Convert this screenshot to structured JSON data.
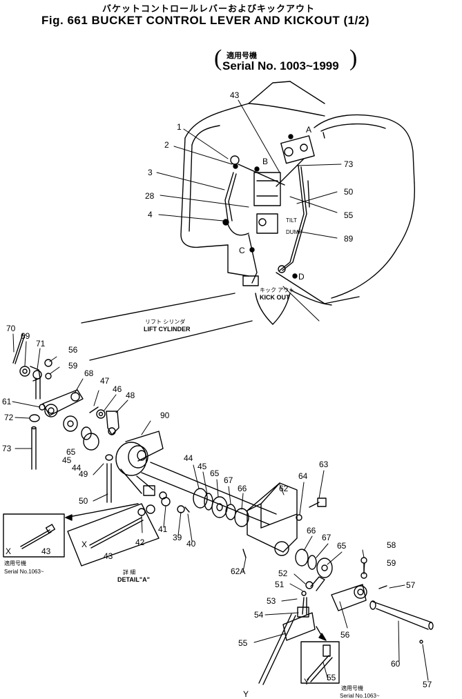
{
  "header": {
    "jp_title": "バケットコントロールレバーおよびキックアウト",
    "fig_title": "Fig. 661 BUCKET CONTROL LEVER AND KICKOUT (1/2)",
    "jp_applicable": "適用号機",
    "serial_range": "Serial No. 1003~1999",
    "paren_open": "(",
    "paren_close": ")"
  },
  "callouts": [
    {
      "id": "c43a",
      "text": "43"
    },
    {
      "id": "c1",
      "text": "1"
    },
    {
      "id": "c2",
      "text": "2"
    },
    {
      "id": "c3",
      "text": "3"
    },
    {
      "id": "c28",
      "text": "28"
    },
    {
      "id": "c4",
      "text": "4"
    },
    {
      "id": "cA",
      "text": "A"
    },
    {
      "id": "cB",
      "text": "B"
    },
    {
      "id": "c73a",
      "text": "73"
    },
    {
      "id": "c50a",
      "text": "50"
    },
    {
      "id": "c55a",
      "text": "55"
    },
    {
      "id": "c89",
      "text": "89"
    },
    {
      "id": "cC",
      "text": "C"
    },
    {
      "id": "cD",
      "text": "D"
    },
    {
      "id": "c70",
      "text": "70"
    },
    {
      "id": "c69",
      "text": "69"
    },
    {
      "id": "c71",
      "text": "71"
    },
    {
      "id": "c56a",
      "text": "56"
    },
    {
      "id": "c59a",
      "text": "59"
    },
    {
      "id": "c68",
      "text": "68"
    },
    {
      "id": "c61",
      "text": "61"
    },
    {
      "id": "c72",
      "text": "72"
    },
    {
      "id": "c73b",
      "text": "73"
    },
    {
      "id": "c65a",
      "text": "65"
    },
    {
      "id": "c45a",
      "text": "45"
    },
    {
      "id": "c44a",
      "text": "44"
    },
    {
      "id": "c47",
      "text": "47"
    },
    {
      "id": "c46",
      "text": "46"
    },
    {
      "id": "c48",
      "text": "48"
    },
    {
      "id": "c90",
      "text": "90"
    },
    {
      "id": "c49",
      "text": "49"
    },
    {
      "id": "c50b",
      "text": "50"
    },
    {
      "id": "c44b",
      "text": "44"
    },
    {
      "id": "c45b",
      "text": "45"
    },
    {
      "id": "c65b",
      "text": "65"
    },
    {
      "id": "c67a",
      "text": "67"
    },
    {
      "id": "c66a",
      "text": "66"
    },
    {
      "id": "c62",
      "text": "62"
    },
    {
      "id": "c64",
      "text": "64"
    },
    {
      "id": "c63",
      "text": "63"
    },
    {
      "id": "c42",
      "text": "42"
    },
    {
      "id": "c43b",
      "text": "43"
    },
    {
      "id": "c41",
      "text": "41"
    },
    {
      "id": "c39",
      "text": "39"
    },
    {
      "id": "c40",
      "text": "40"
    },
    {
      "id": "cX1",
      "text": "X"
    },
    {
      "id": "cX2",
      "text": "X"
    },
    {
      "id": "c43c",
      "text": "43"
    },
    {
      "id": "c66b",
      "text": "66"
    },
    {
      "id": "c67b",
      "text": "67"
    },
    {
      "id": "c65c",
      "text": "65"
    },
    {
      "id": "c62A",
      "text": "62A"
    },
    {
      "id": "c58",
      "text": "58"
    },
    {
      "id": "c59b",
      "text": "59"
    },
    {
      "id": "c52",
      "text": "52"
    },
    {
      "id": "c51",
      "text": "51"
    },
    {
      "id": "c57a",
      "text": "57"
    },
    {
      "id": "c53",
      "text": "53"
    },
    {
      "id": "c54",
      "text": "54"
    },
    {
      "id": "c55b",
      "text": "55"
    },
    {
      "id": "c56b",
      "text": "56"
    },
    {
      "id": "c60",
      "text": "60"
    },
    {
      "id": "c57b",
      "text": "57"
    },
    {
      "id": "cY1",
      "text": "Y"
    },
    {
      "id": "c55c",
      "text": "55"
    },
    {
      "id": "cY2",
      "text": "Y"
    }
  ],
  "labels": {
    "tilt": "TILT",
    "dump": "DUMP",
    "kickout_jp": "キック アウト",
    "kickout": "KICK OUT",
    "lift_cylinder_jp": "リフト シリンダ",
    "lift_cylinder": "LIFT CYLINDER",
    "detail_jp": "詳 細",
    "detail_a": "DETAIL\"A\"",
    "applicable_jp_1": "適用号機",
    "serial_1": "Serial No.1063~",
    "applicable_jp_2": "適用号機",
    "serial_2": "Serial No.1063~"
  }
}
